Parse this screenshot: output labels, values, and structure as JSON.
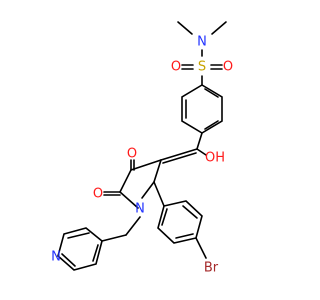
{
  "atoms": {
    "N_amide": "N",
    "S": "S",
    "O_sulfonyl_left": "O",
    "O_sulfonyl_right": "O",
    "O_hydroxy": "OH",
    "O_ketone_top": "O",
    "O_ketone_left": "O",
    "N_ring": "N",
    "N_pyridine": "N",
    "Br": "Br"
  },
  "colors": {
    "carbon_bonds": "#000000",
    "nitrogen": "#2233ff",
    "oxygen": "#ff1a1a",
    "sulfur": "#c8a400",
    "bromine": "#a5292a"
  }
}
